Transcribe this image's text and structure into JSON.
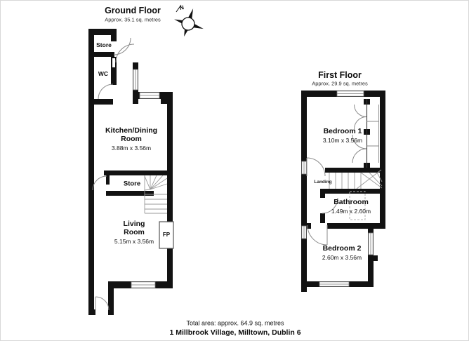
{
  "colors": {
    "wall": "#121212",
    "door_line": "#8a8a8a",
    "window_line": "#777777",
    "stair_line": "#999999",
    "background": "#ffffff"
  },
  "compass": {
    "north_label": "N"
  },
  "ground_floor": {
    "title": "Ground Floor",
    "subtitle": "Approx. 35.1 sq. metres",
    "store_top": "Store",
    "wc": "WC",
    "kitchen_line1": "Kitchen/Dining",
    "kitchen_line2": "Room",
    "kitchen_dims": "3.88m x 3.56m",
    "store_mid": "Store",
    "living_line1": "Living",
    "living_line2": "Room",
    "living_dims": "5.15m x 3.56m",
    "fireplace": "FP"
  },
  "first_floor": {
    "title": "First Floor",
    "subtitle": "Approx. 29.9 sq. metres",
    "bedroom1": "Bedroom 1",
    "bedroom1_dims": "3.10m x 3.56m",
    "landing": "Landing",
    "bathroom": "Bathroom",
    "bathroom_dims": "1.49m x 2.60m",
    "bedroom2": "Bedroom 2",
    "bedroom2_dims": "2.60m x 3.56m"
  },
  "footer": {
    "total_area": "Total area: approx. 64.9 sq. metres",
    "address": "1 Millbrook Village, Milltown, Dublin 6"
  }
}
